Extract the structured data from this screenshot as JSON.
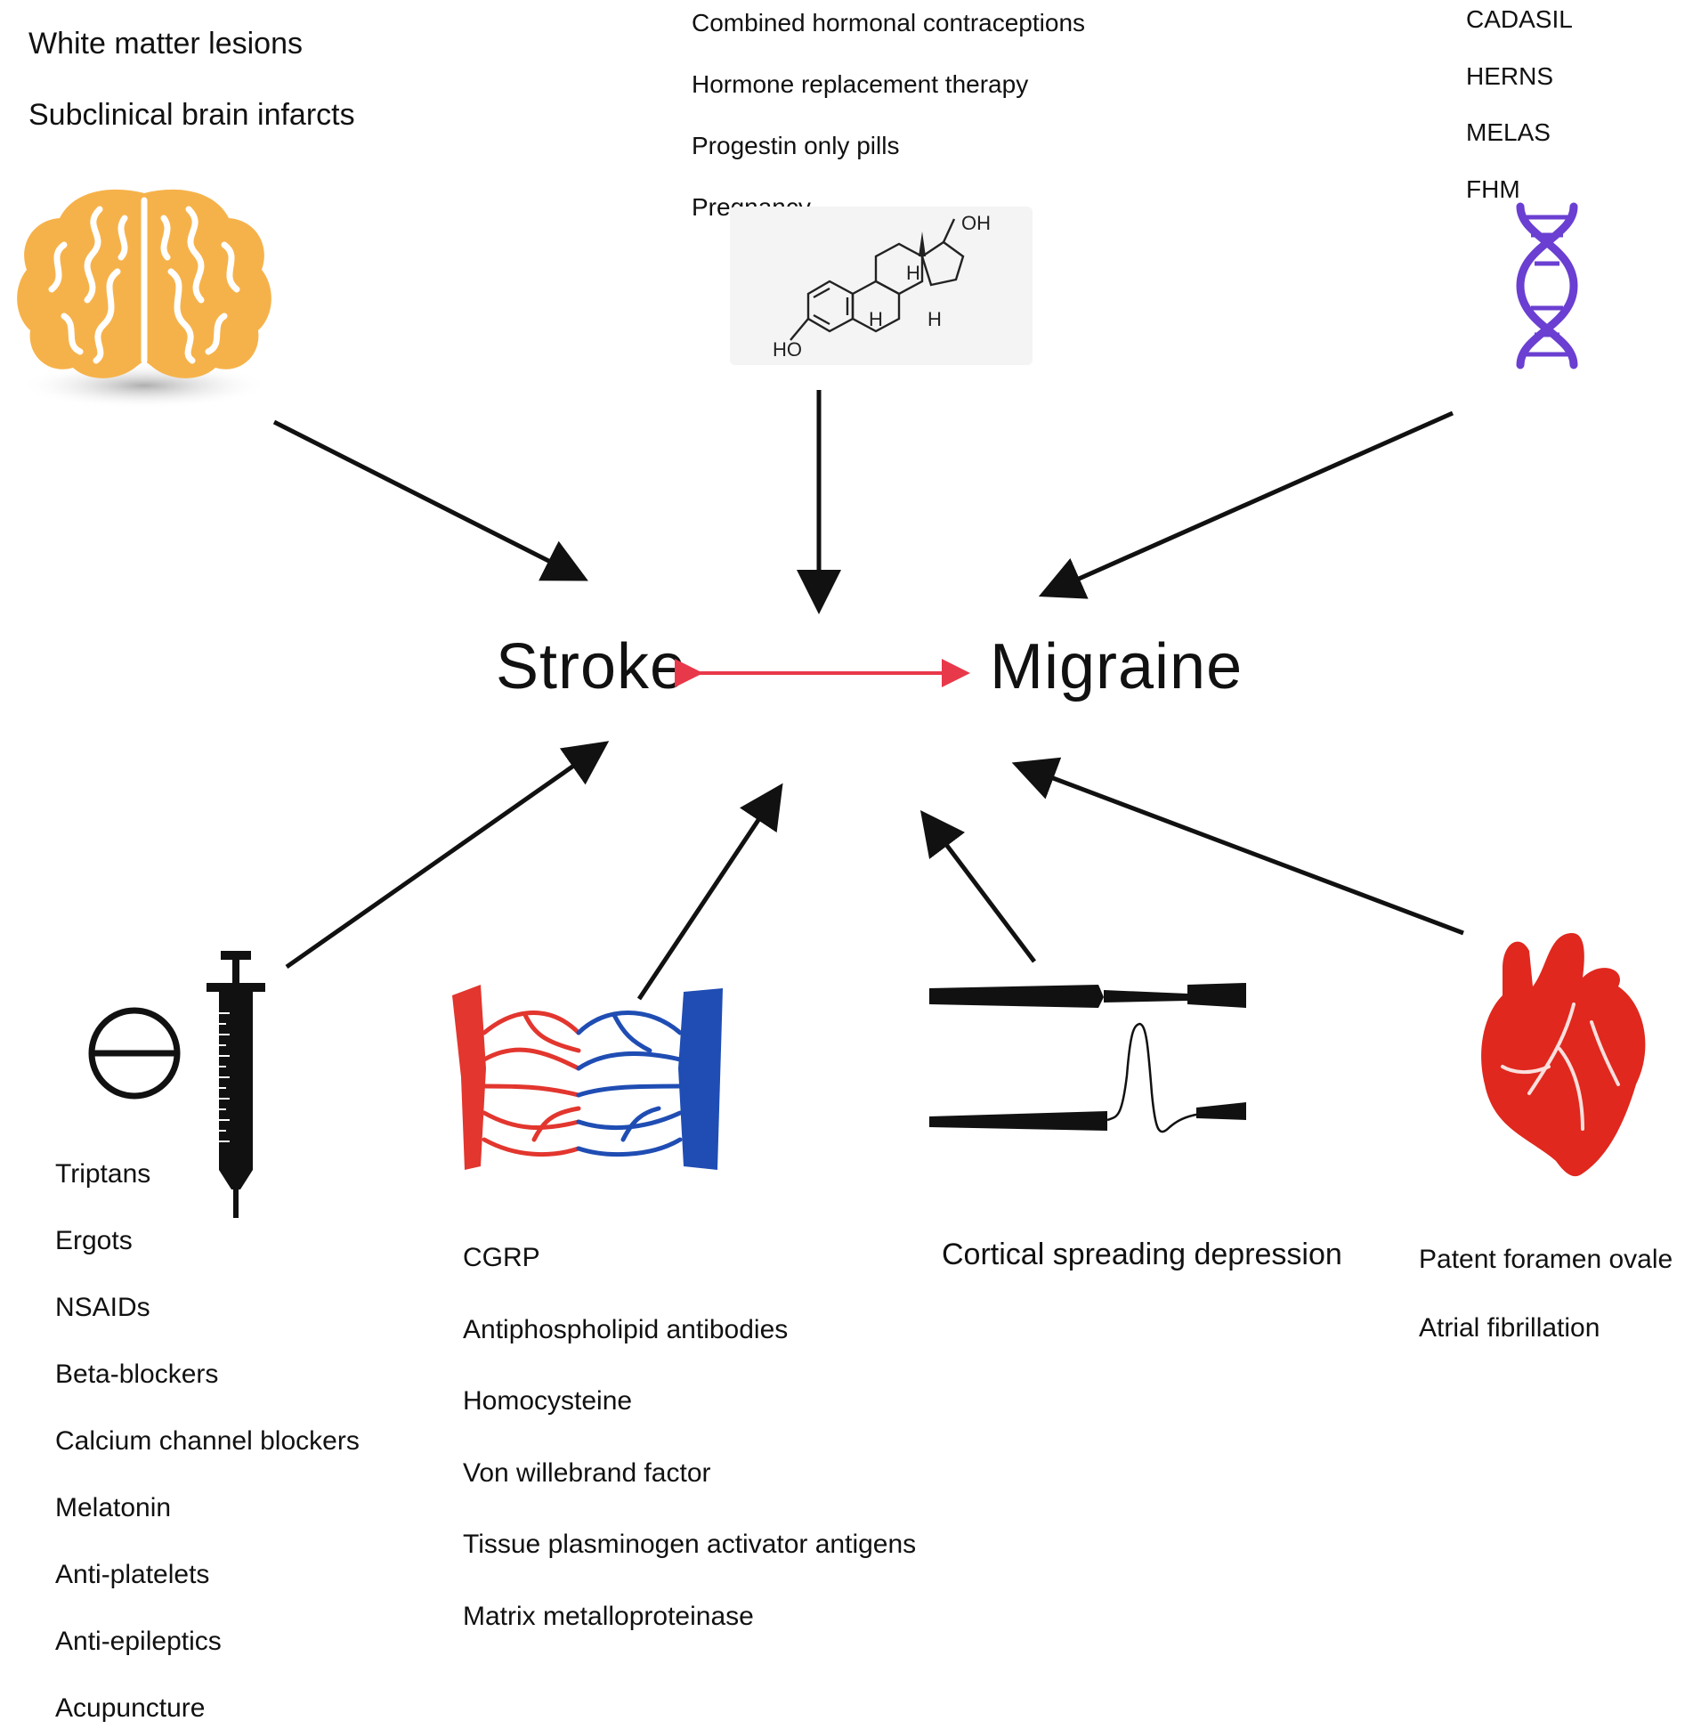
{
  "center": {
    "left_label": "Stroke",
    "right_label": "Migraine"
  },
  "brain_group": {
    "items": [
      "White matter lesions",
      "Subclinical brain infarcts"
    ]
  },
  "hormone_group": {
    "items": [
      "Combined hormonal contraceptions",
      "Hormone replacement therapy",
      "Progestin only pills",
      "Pregnancy"
    ]
  },
  "molecule": {
    "oh_label": "OH",
    "ho_label": "HO",
    "h_label": "H"
  },
  "genetic_group": {
    "items": [
      "CADASIL",
      "HERNS",
      "MELAS",
      "FHM"
    ]
  },
  "drug_group": {
    "items": [
      "Triptans",
      "Ergots",
      "NSAIDs",
      "Beta-blockers",
      "Calcium channel blockers",
      "Melatonin",
      "Anti-platelets",
      "Anti-epileptics",
      "Acupuncture"
    ]
  },
  "vascular_group": {
    "items": [
      "CGRP",
      "Antiphospholipid antibodies",
      "Homocysteine",
      "Von willebrand factor",
      "Tissue plasminogen activator antigens",
      "Matrix metalloproteinase"
    ]
  },
  "csd_group": {
    "items": [
      "Cortical spreading depression"
    ]
  },
  "cardiac_group": {
    "items": [
      "Patent foramen ovale",
      "Atrial fibrillation"
    ]
  },
  "colors": {
    "arrow": "#111111",
    "bidirectional_arrow": "#e8394a",
    "brain": "#f6b24a",
    "dna": "#6a3fd1",
    "artery": "#e2362e",
    "vein": "#1f4db3",
    "heart": "#e0281e"
  }
}
